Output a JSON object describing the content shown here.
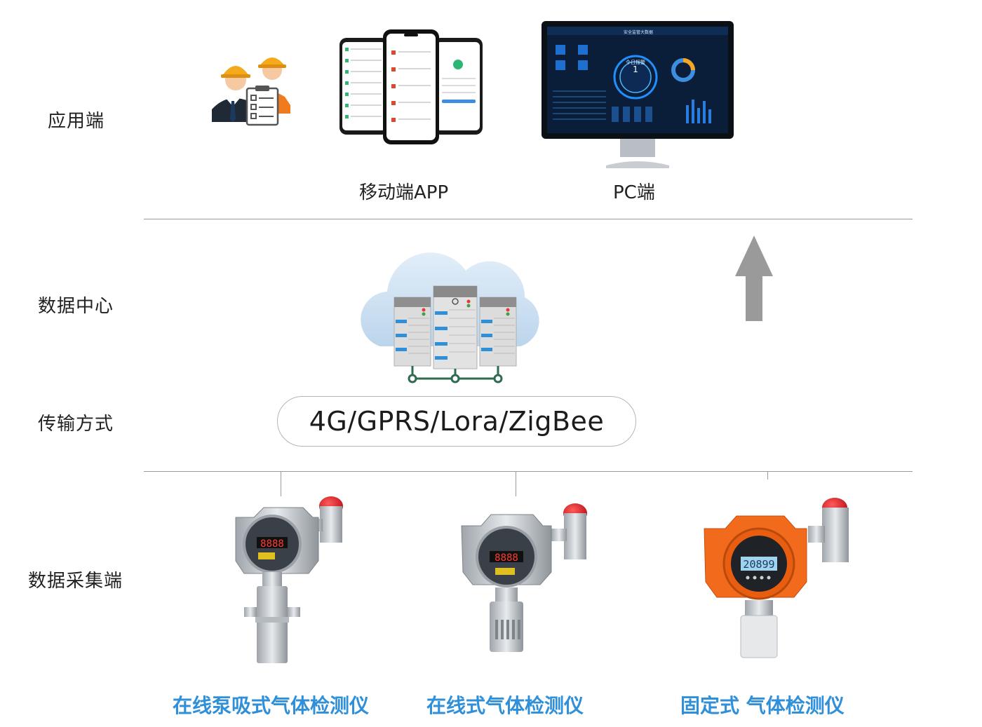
{
  "layers": {
    "application": "应用端",
    "data_center": "数据中心",
    "transmission": "传输方式",
    "collection": "数据采集端"
  },
  "app_captions": {
    "mobile": "移动端APP",
    "pc": "PC端"
  },
  "transmission_protocols": "4G/GPRS/Lora/ZigBee",
  "devices": [
    {
      "name": "在线泵吸式气体检测仪",
      "display": "8888"
    },
    {
      "name": "在线式气体检测仪",
      "display": "8888"
    },
    {
      "name": "固定式 气体检测仪",
      "display": "20899"
    }
  ],
  "pc_screen": {
    "header": "安全监管大数据",
    "gauge_label": "今日报警",
    "gauge_value": "1"
  },
  "colors": {
    "caption_blue": "#2f8fd8",
    "divider": "#9a9a9a",
    "arrow": "#9a9a9a",
    "cloud": "#c9def0",
    "detector_orange": "#f26b1d",
    "alarm_red": "#d8171f"
  },
  "icons": [
    "workers-icon",
    "phones-icon",
    "monitor-icon",
    "cloud-server-icon",
    "up-arrow-icon",
    "gas-detector-icon"
  ]
}
